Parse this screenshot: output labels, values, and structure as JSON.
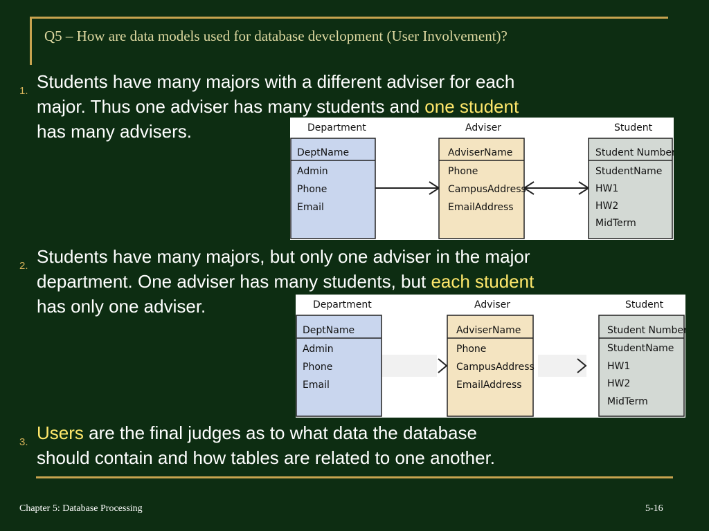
{
  "title": "Q5 – How are data models used for database development (User Involvement)?",
  "items": [
    {
      "number": "1.",
      "line1": "Students have many majors with a different adviser for each",
      "line2a": "major. Thus one adviser has many students and ",
      "line2b": "one student",
      "line3": "has many advisers."
    },
    {
      "number": "2.",
      "line1": "Students have many majors, but only one adviser in the major",
      "line2a": "department. One adviser has many students, but ",
      "line2b": "each student",
      "line3": "has only one adviser."
    },
    {
      "number": "3.",
      "line1a": "Users",
      "line1b": " are the final judges as to what data the database",
      "line2": "should contain and how tables are related to one another."
    }
  ],
  "diagram": {
    "entities": [
      {
        "header": "Department",
        "key": "DeptName",
        "fields": [
          "Admin",
          "Phone",
          "Email"
        ]
      },
      {
        "header": "Adviser",
        "key": "AdviserName",
        "fields": [
          "Phone",
          "CampusAddress",
          "EmailAddress"
        ]
      },
      {
        "header": "Student",
        "key": "Student Number",
        "fields": [
          "StudentName",
          "HW1",
          "HW2",
          "MidTerm"
        ]
      }
    ]
  },
  "colors": {
    "department_fill": "#c9d6ee",
    "adviser_fill": "#f4e4c1",
    "student_fill": "#d3d9d4",
    "highlight": "#ffe86b"
  },
  "footer": {
    "left": "Chapter 5: Database Processing",
    "right": "5-16"
  }
}
